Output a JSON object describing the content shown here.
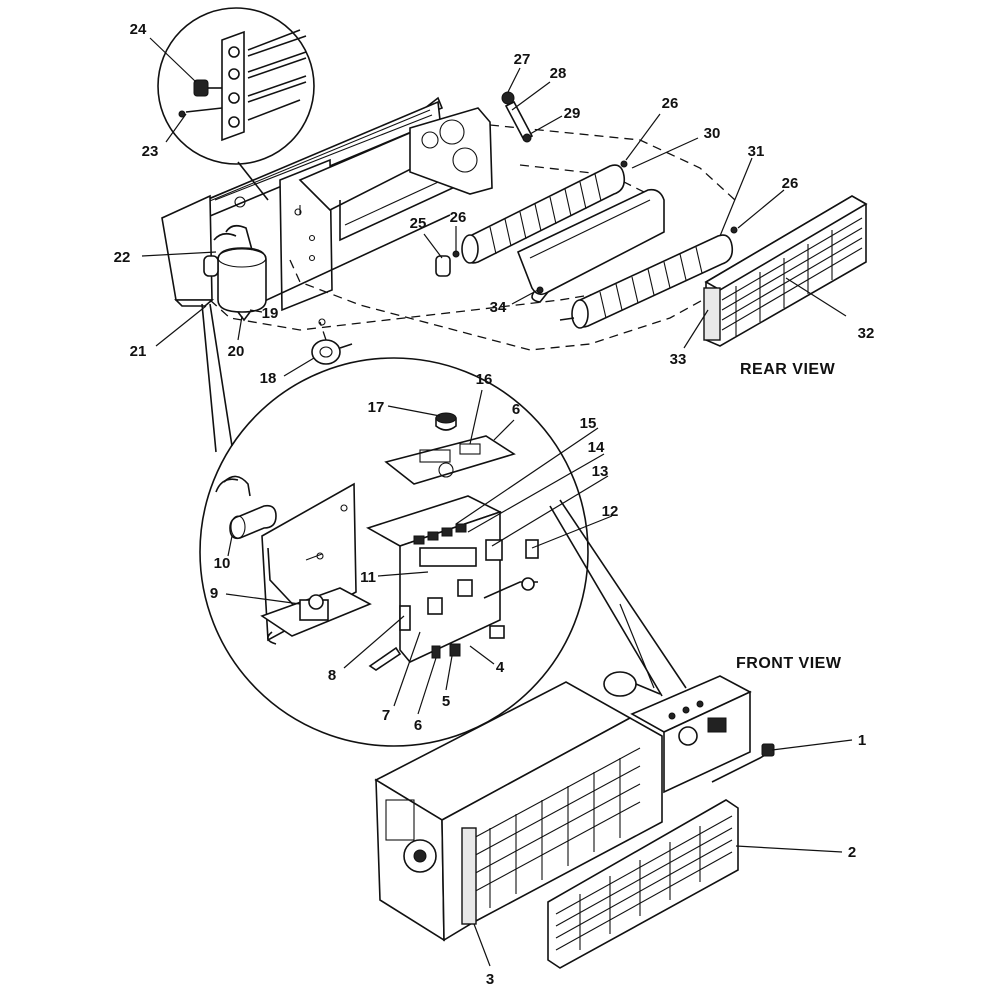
{
  "view_labels": {
    "rear": "REAR VIEW",
    "front": "FRONT VIEW"
  },
  "part_numbers": {
    "p1": "1",
    "p2": "2",
    "p3": "3",
    "p4": "4",
    "p5": "5",
    "p6a": "6",
    "p6b": "6",
    "p7": "7",
    "p8": "8",
    "p9": "9",
    "p10": "10",
    "p11": "11",
    "p12": "12",
    "p13": "13",
    "p14": "14",
    "p15": "15",
    "p16": "16",
    "p17": "17",
    "p18": "18",
    "p19": "19",
    "p20": "20",
    "p21": "21",
    "p22": "22",
    "p23": "23",
    "p24": "24",
    "p25": "25",
    "p26a": "26",
    "p26b": "26",
    "p26c": "26",
    "p27": "27",
    "p28": "28",
    "p29": "29",
    "p30": "30",
    "p31": "31",
    "p32": "32",
    "p33": "33",
    "p34": "34"
  }
}
